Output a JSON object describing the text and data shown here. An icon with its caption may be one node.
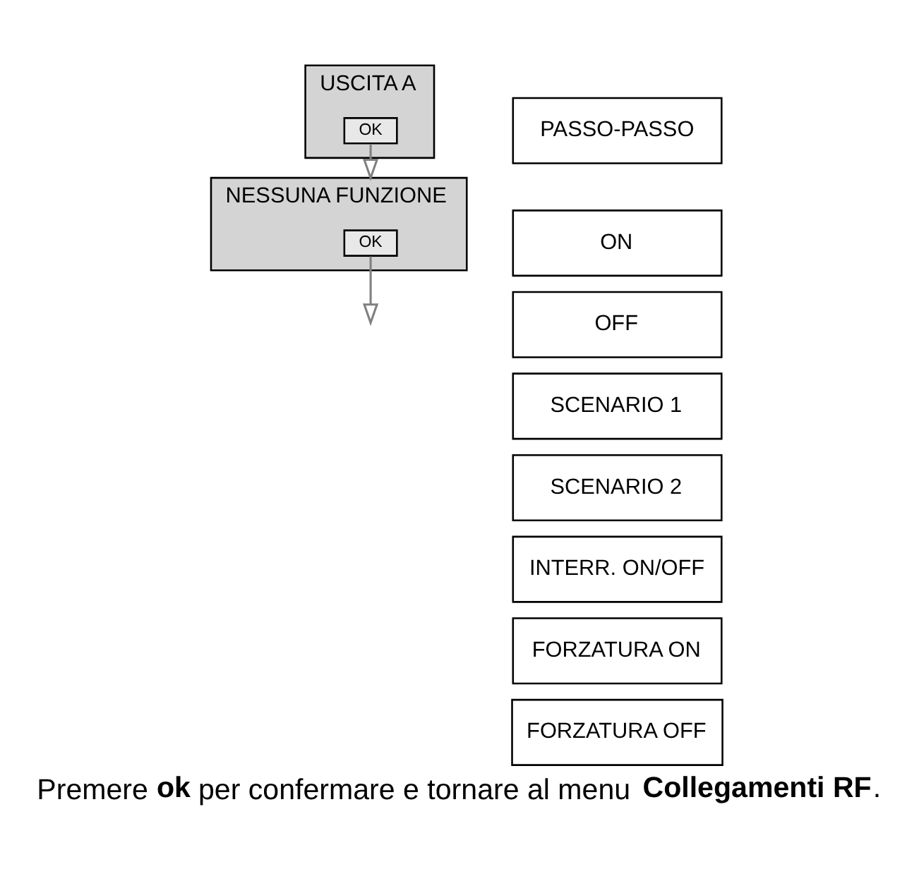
{
  "diagram": {
    "caption": "Premere **ok** per confermare e tornare al menu **Collegamenti RF**.",
    "nodes": [
      {
        "text": [
          "USCITA A"
        ]
      },
      {
        "text": [
          "OK"
        ],
        "in": 0
      },
      {
        "text": [
          "NESSUNA FUNZIONE"
        ]
      },
      {
        "text": [
          "OK"
        ],
        "in": 2
      },
      {
        "text": [
          "PASSO-PASSO"
        ]
      },
      {
        "text": [
          "ON"
        ]
      },
      {
        "text": [
          "OFF"
        ]
      },
      {
        "text": [
          "SCENARIO 1"
        ]
      },
      {
        "text": [
          "SCENARIO 2"
        ]
      },
      {
        "text": [
          "INTERR. ON/OFF"
        ]
      },
      {
        "text": [
          "FORZATURA ON"
        ]
      },
      {
        "text": [
          "FORZATURA OFF"
        ]
      }
    ],
    "edges": [
      {
        "from": 1,
        "to": 2,
        "arrow": "to"
      },
      {
        "from": 3,
        "to": null,
        "arrow": "to"
      }
    ]
  }
}
